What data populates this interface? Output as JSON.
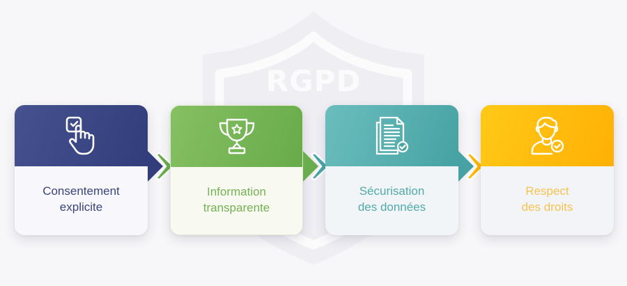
{
  "background": {
    "shield_label": "RGPD",
    "shield_icon": "shield-icon"
  },
  "steps": [
    {
      "id": 1,
      "icon": "hand-pointer-checkbox-icon",
      "line1": "Consentement",
      "line2": "explicite",
      "accent_color": "#3a4479",
      "header_color": "#323d7b"
    },
    {
      "id": 2,
      "icon": "trophy-star-icon",
      "line1": "Information",
      "line2": "transparente",
      "accent_color": "#74b152",
      "header_color": "#6aad4c"
    },
    {
      "id": 3,
      "icon": "document-check-icon",
      "line1": "Sécurisation",
      "line2": "des données",
      "accent_color": "#52a9a9",
      "header_color": "#4aa5a5"
    },
    {
      "id": 4,
      "icon": "user-check-icon",
      "line1": "Respect",
      "line2": "des droits",
      "accent_color": "#f7c350",
      "header_color": "#ffb705"
    }
  ],
  "connectors": [
    {
      "from": 1,
      "to": 2,
      "icon": "chevron-right-icon"
    },
    {
      "from": 2,
      "to": 3,
      "icon": "chevron-right-icon"
    },
    {
      "from": 3,
      "to": 4,
      "icon": "chevron-right-icon"
    }
  ]
}
